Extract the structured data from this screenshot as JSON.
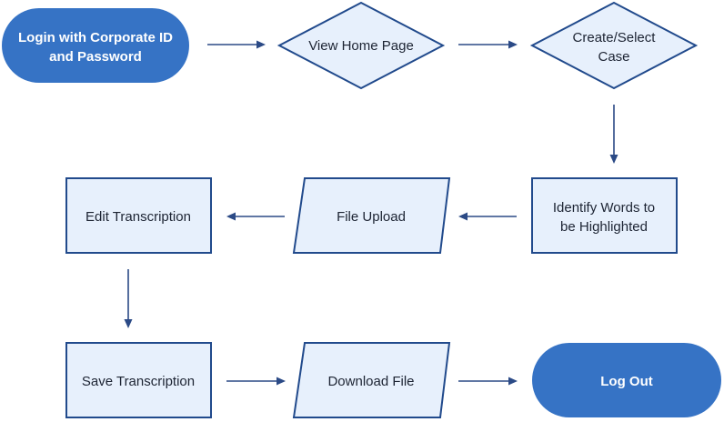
{
  "diagram": {
    "nodes": {
      "login": {
        "line1": "Login with Corporate ID",
        "line2": "and Password"
      },
      "view_home": {
        "label": "View Home Page"
      },
      "create_select": {
        "line1": "Create/Select",
        "line2": "Case"
      },
      "identify_words": {
        "line1": "Identify Words to",
        "line2": "be Highlighted"
      },
      "file_upload": {
        "label": "File Upload"
      },
      "edit_transcription": {
        "label": "Edit Transcription"
      },
      "save_transcription": {
        "label": "Save Transcription"
      },
      "download_file": {
        "label": "Download File"
      },
      "log_out": {
        "label": "Log Out"
      }
    },
    "edges": [
      {
        "from": "login",
        "to": "view_home"
      },
      {
        "from": "view_home",
        "to": "create_select"
      },
      {
        "from": "create_select",
        "to": "identify_words"
      },
      {
        "from": "identify_words",
        "to": "file_upload"
      },
      {
        "from": "file_upload",
        "to": "edit_transcription"
      },
      {
        "from": "edit_transcription",
        "to": "save_transcription"
      },
      {
        "from": "save_transcription",
        "to": "download_file"
      },
      {
        "from": "download_file",
        "to": "log_out"
      }
    ]
  }
}
